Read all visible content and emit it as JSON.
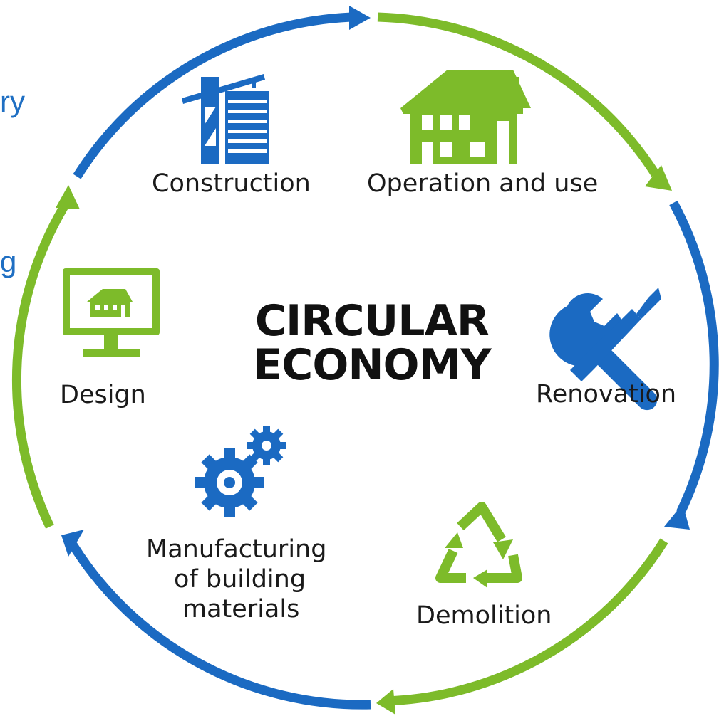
{
  "cut_off_text": [
    "ry",
    "g"
  ],
  "center": {
    "line1": "CIRCULAR",
    "line2": "ECONOMY"
  },
  "stages": {
    "construction": "Construction",
    "operation": "Operation and use",
    "renovation": "Renovation",
    "demolition": "Demolition",
    "manufacturing": [
      "Manufacturing",
      "of building",
      "materials"
    ],
    "design": "Design"
  },
  "colors": {
    "blue": "#1b6ac2",
    "green": "#7dbb2a",
    "text": "#1a1a1a"
  },
  "icons": [
    "crane-building-icon",
    "house-icon",
    "wrench-screwdriver-icon",
    "recycle-icon",
    "gears-icon",
    "monitor-house-icon"
  ]
}
